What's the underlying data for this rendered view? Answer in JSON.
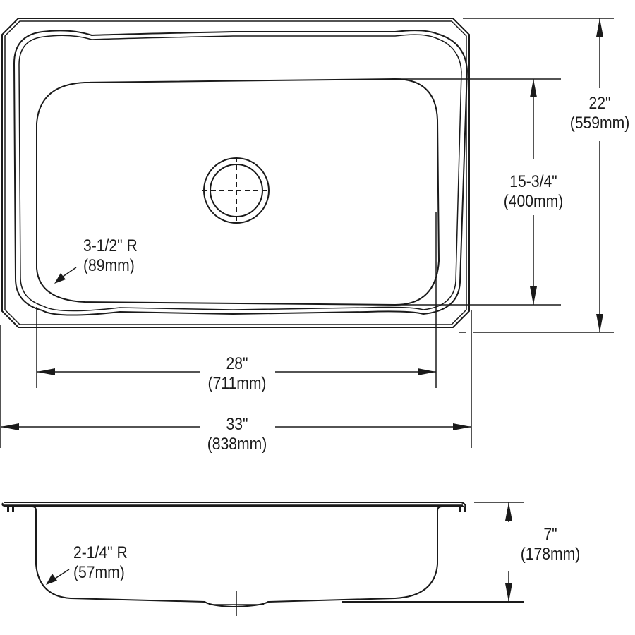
{
  "colors": {
    "line": "#1a1a1a",
    "background": "#ffffff"
  },
  "top_view": {
    "overall_width": {
      "in": "33\"",
      "mm": "(838mm)"
    },
    "overall_depth": {
      "in": "22\"",
      "mm": "(559mm)"
    },
    "bowl_width": {
      "in": "28\"",
      "mm": "(711mm)"
    },
    "bowl_depth": {
      "in": "15-3/4\"",
      "mm": "(400mm)"
    },
    "corner_radius": {
      "in": "3-1/2\" R",
      "mm": "(89mm)"
    },
    "drain_icon": "drain-crosshair-icon"
  },
  "side_view": {
    "bowl_depth": {
      "in": "7\"",
      "mm": "(178mm)"
    },
    "bottom_radius": {
      "in": "2-1/4\" R",
      "mm": "(57mm)"
    }
  }
}
